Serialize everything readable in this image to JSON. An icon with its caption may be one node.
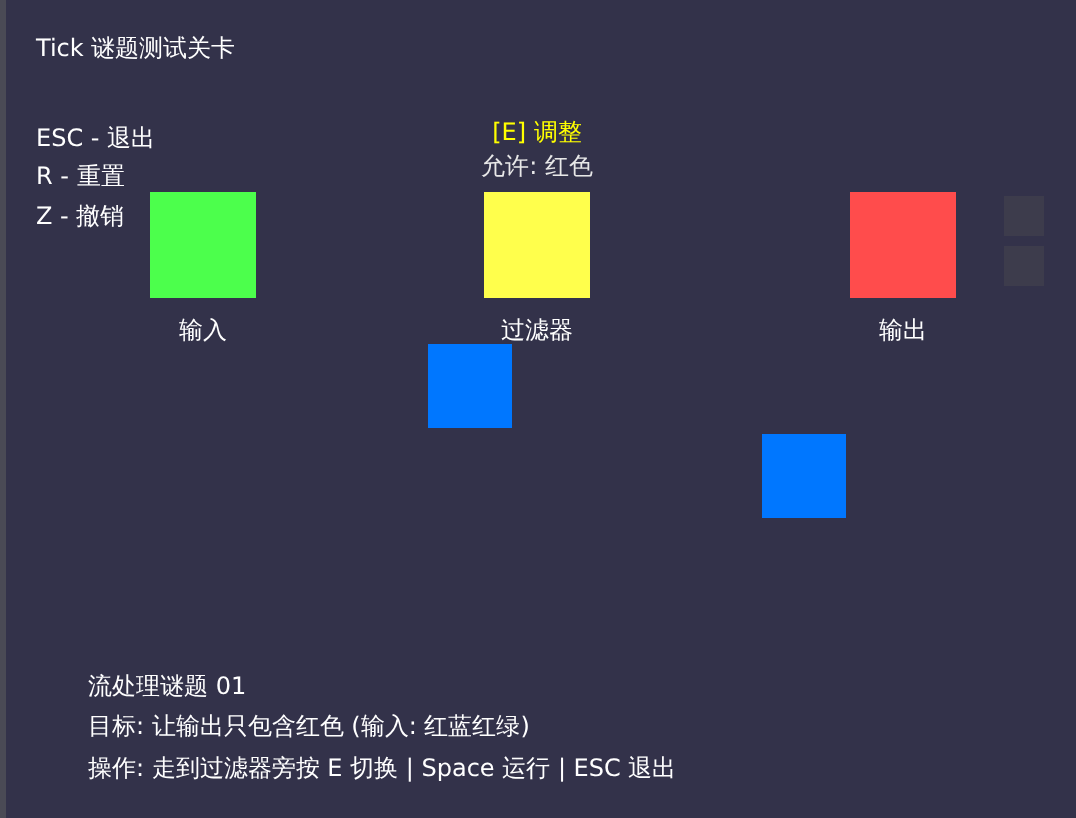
{
  "diagram": {
    "title": "Tick 谜题测试关卡",
    "nodes": [
      {
        "text": [
          "输入"
        ]
      },
      {
        "text": [
          "过滤器"
        ],
        "beside": [
          "[E] 调整",
          "允许: 红色"
        ]
      },
      {
        "text": [
          "输出"
        ]
      },
      {
        "text": [],
        "shape": "box"
      },
      {
        "text": [],
        "shape": "box"
      },
      {
        "text": [],
        "shape": "box"
      },
      {
        "text": [],
        "shape": "box"
      }
    ],
    "labels": [
      "ESC - 退出",
      "R - 重置",
      "Z - 撤销",
      "流处理谜题 01",
      "目标: 让输出只包含红色 (输入: 红蓝红绿)",
      "操作: 走到过滤器旁按 E 切换 | Space 运行 | ESC 退出"
    ]
  }
}
